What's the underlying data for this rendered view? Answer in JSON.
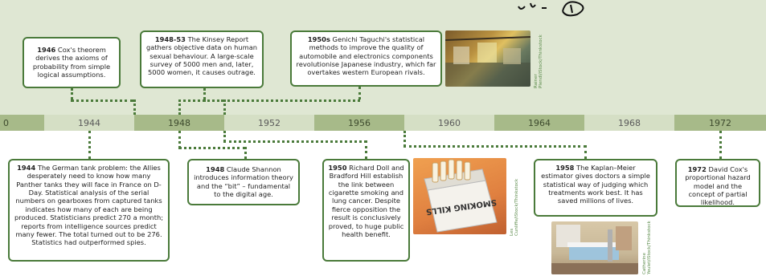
{
  "axis": {
    "labels": [
      "0",
      "1944",
      "1948",
      "1952",
      "1956",
      "1960",
      "1964",
      "1968",
      "1972"
    ]
  },
  "events_top": [
    {
      "year": "1946",
      "text": "Cox's theorem derives the axioms of probability from simple logical assumptions."
    },
    {
      "year": "1948-53",
      "text": "The Kinsey Report gathers objective data on human sexual behaviour. A large-scale survey of 5000 men and, later, 5000 women, it causes outrage."
    },
    {
      "year": "1950s",
      "text": "Genichi Taguchi's statistical methods to improve the quality of automobile and electronics components revolutionise Japanese industry, which far overtakes western European rivals."
    }
  ],
  "events_bottom": [
    {
      "year": "1944",
      "text": "The German tank problem: the Allies desperately need to know how many Panther tanks they will face in France on D-Day. Statistical analysis of the serial numbers on gearboxes from captured tanks indicates how many of each are being produced. Statisticians predict 270 a month; reports from intelligence sources predict many fewer. The total turned out to be 276. Statistics had outperformed spies."
    },
    {
      "year": "1948",
      "text": "Claude Shannon introduces information theory and the “bit” – fundamental to the digital age."
    },
    {
      "year": "1950",
      "text": "Richard Doll and Bradford Hill establish the link between cigarette smoking and lung cancer. Despite fierce opposition the result is conclusively proved, to huge public health benefit."
    },
    {
      "year": "1958",
      "text": "The Kaplan–Meier estimator gives doctors a simple statistical way of judging which treatments work best. It has saved millions of lives."
    },
    {
      "year": "1972",
      "text": "David Cox's proportional hazard model and the concept of partial likelihood."
    }
  ],
  "credits": {
    "factory": "Rainer Plendl/iStock/Thinkstock",
    "cigarettes": "Les Cunliffe/iStock/Thinkstock",
    "hospital": "Catherine Yeulet/iStock/Thinkstock"
  },
  "pack_text": "SMOKING KILLS",
  "colors": {
    "border": "#4a7a3a",
    "band": "#dfe7d3",
    "axis_dark": "#a7ba89",
    "axis_light": "#d5dfc5"
  }
}
